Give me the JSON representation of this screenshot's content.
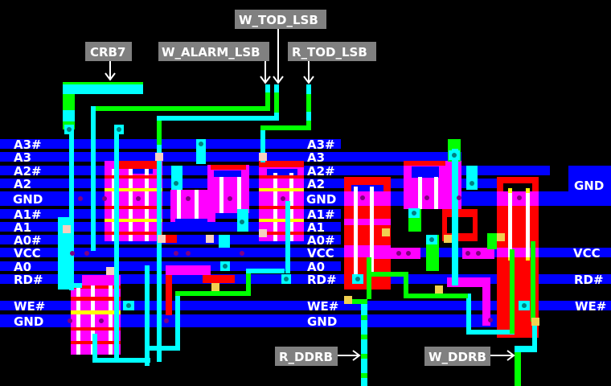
{
  "title": "VLSI layout: TOD/ALARM LSB register bit cell",
  "colors": {
    "background": "#000000",
    "metal1": "#0000ff",
    "metal2": "#00ffff",
    "poly": "#ff0000",
    "ndiff": "#ff00ff",
    "pdiff_overlap": "#ffff00",
    "via": "#00ff00",
    "gate": "#ffffff",
    "contact": "#800080",
    "contact_cut": "#008080",
    "label_bg": "#808080",
    "label_text": "#ffffff"
  },
  "left_rails": [
    {
      "name": "A3#"
    },
    {
      "name": "A3"
    },
    {
      "name": "A2#"
    },
    {
      "name": "A2"
    },
    {
      "name": "GND"
    },
    {
      "name": "A1#"
    },
    {
      "name": "A1"
    },
    {
      "name": "A0#"
    },
    {
      "name": "VCC"
    },
    {
      "name": "A0"
    },
    {
      "name": "RD#"
    },
    {
      "name": "WE#"
    },
    {
      "name": "GND"
    }
  ],
  "mid_rails": [
    {
      "name": "A3#"
    },
    {
      "name": "A3"
    },
    {
      "name": "A2#"
    },
    {
      "name": "A2"
    },
    {
      "name": "GND"
    },
    {
      "name": "A1#"
    },
    {
      "name": "A1"
    },
    {
      "name": "A0#"
    },
    {
      "name": "VCC"
    },
    {
      "name": "A0"
    },
    {
      "name": "RD#"
    },
    {
      "name": "WE#"
    },
    {
      "name": "GND"
    }
  ],
  "right_rails": [
    {
      "name": "GND"
    },
    {
      "name": "VCC"
    },
    {
      "name": "RD#"
    },
    {
      "name": "WE#"
    }
  ],
  "signal_tags": [
    {
      "id": "crb7",
      "text": "CRB7",
      "arrow": "down"
    },
    {
      "id": "w_alarm_lsb",
      "text": "W_ALARM_LSB",
      "arrow": "down"
    },
    {
      "id": "w_tod_lsb",
      "text": "W_TOD_LSB",
      "arrow": "down"
    },
    {
      "id": "r_tod_lsb",
      "text": "R_TOD_LSB",
      "arrow": "down"
    },
    {
      "id": "r_ddrb",
      "text": "R_DDRB",
      "arrow": "right"
    },
    {
      "id": "w_ddrb",
      "text": "W_DDRB",
      "arrow": "right"
    }
  ]
}
